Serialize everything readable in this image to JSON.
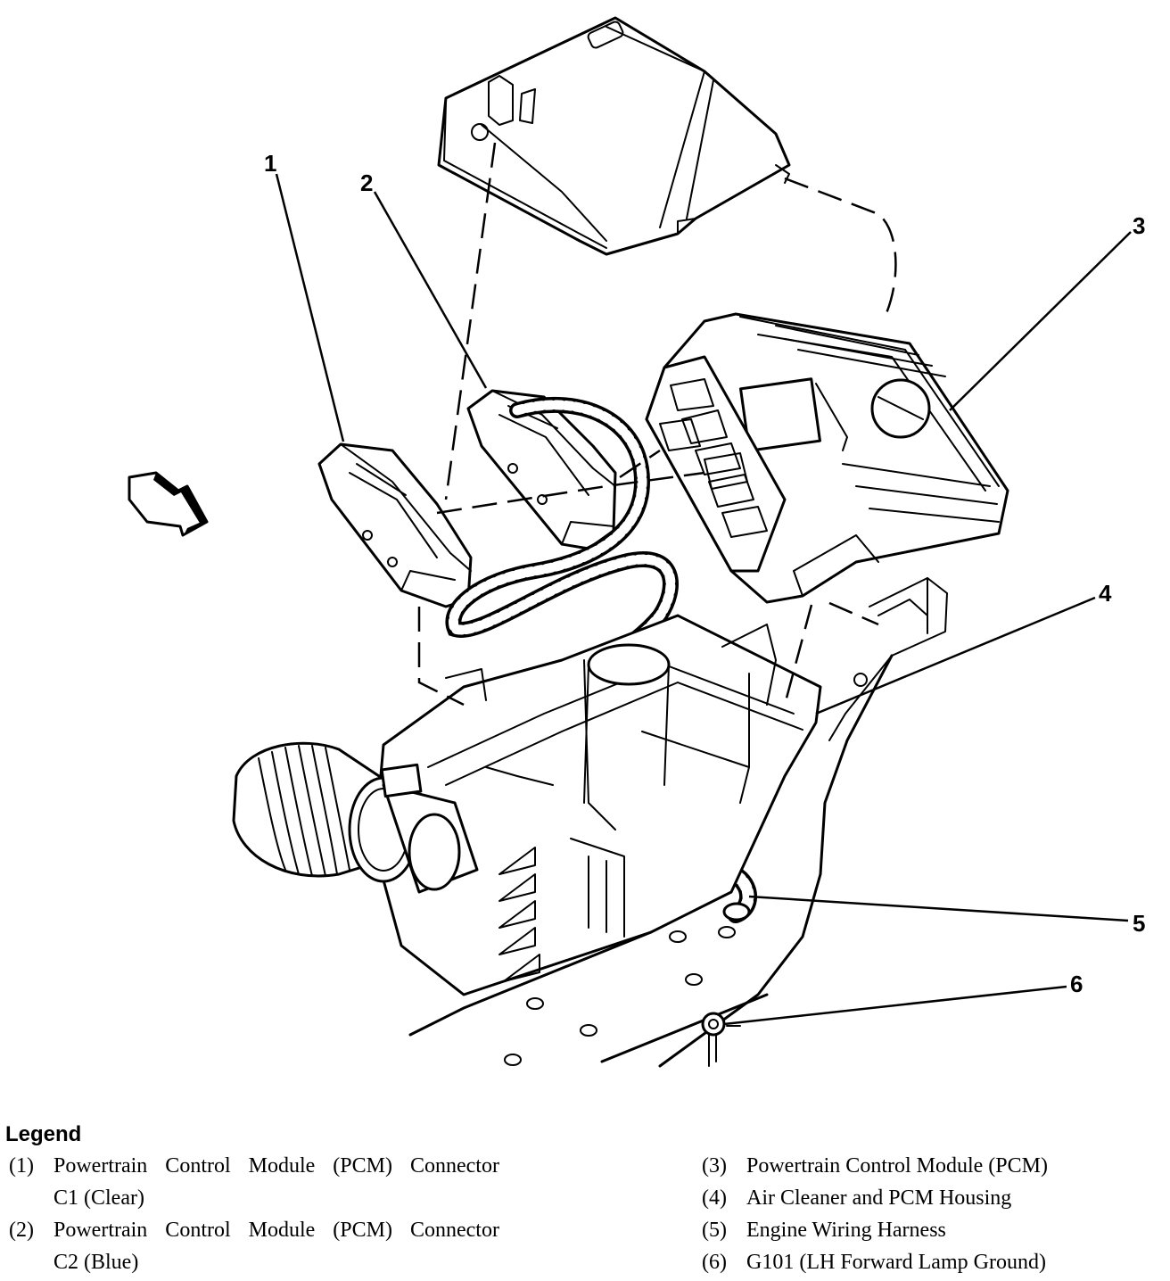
{
  "callouts": [
    "1",
    "2",
    "3",
    "4",
    "5",
    "6"
  ],
  "legend": {
    "title": "Legend",
    "items": [
      {
        "num": "(1)",
        "text": "Powertrain Control Module (PCM) Connector",
        "cont": "C1 (Clear)"
      },
      {
        "num": "(2)",
        "text": "Powertrain Control Module (PCM) Connector",
        "cont": "C2 (Blue)"
      },
      {
        "num": "(3)",
        "text": "Powertrain Control Module (PCM)"
      },
      {
        "num": "(4)",
        "text": "Air Cleaner and PCM Housing"
      },
      {
        "num": "(5)",
        "text": "Engine Wiring Harness"
      },
      {
        "num": "(6)",
        "text": "G101 (LH Forward Lamp Ground)"
      }
    ]
  }
}
